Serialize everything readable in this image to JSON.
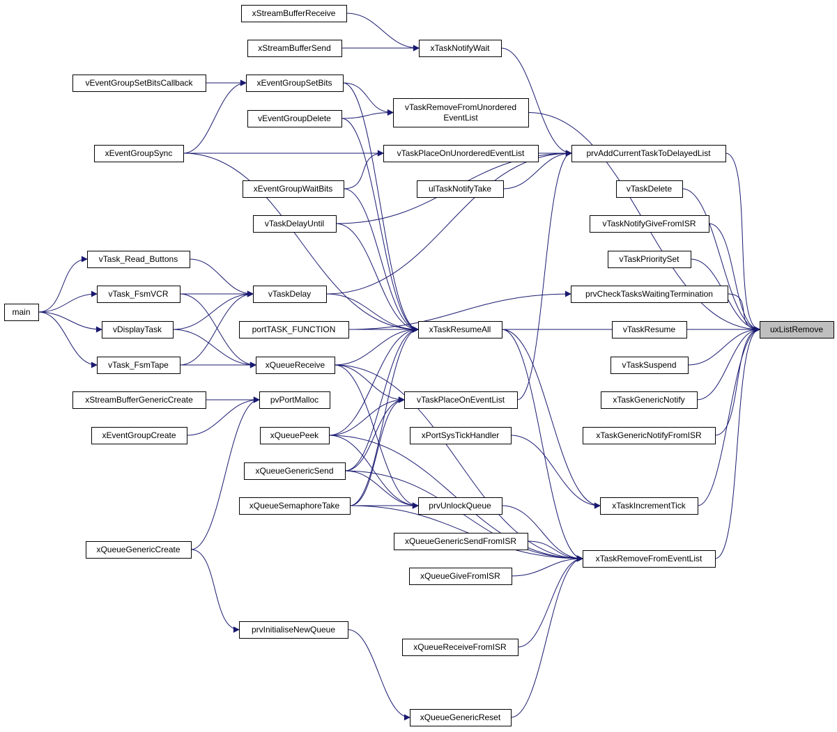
{
  "nodes": [
    {
      "id": "xStreamBufferReceive",
      "label": "xStreamBufferReceive"
    },
    {
      "id": "xStreamBufferSend",
      "label": "xStreamBufferSend"
    },
    {
      "id": "xTaskNotifyWait",
      "label": "xTaskNotifyWait"
    },
    {
      "id": "vEventGroupSetBitsCallback",
      "label": "vEventGroupSetBitsCallback"
    },
    {
      "id": "xEventGroupSetBits",
      "label": "xEventGroupSetBits"
    },
    {
      "id": "vTaskRemoveFromUnorderedEventList",
      "label": [
        "vTaskRemoveFromUnordered",
        "EventList"
      ]
    },
    {
      "id": "vEventGroupDelete",
      "label": "vEventGroupDelete"
    },
    {
      "id": "xEventGroupSync",
      "label": "xEventGroupSync"
    },
    {
      "id": "vTaskPlaceOnUnorderedEventList",
      "label": "vTaskPlaceOnUnorderedEventList"
    },
    {
      "id": "prvAddCurrentTaskToDelayedList",
      "label": "prvAddCurrentTaskToDelayedList"
    },
    {
      "id": "xEventGroupWaitBits",
      "label": "xEventGroupWaitBits"
    },
    {
      "id": "ulTaskNotifyTake",
      "label": "ulTaskNotifyTake"
    },
    {
      "id": "vTaskDelete",
      "label": "vTaskDelete"
    },
    {
      "id": "vTaskDelayUntil",
      "label": "vTaskDelayUntil"
    },
    {
      "id": "vTaskNotifyGiveFromISR",
      "label": "vTaskNotifyGiveFromISR"
    },
    {
      "id": "vTask_Read_Buttons",
      "label": "vTask_Read_Buttons"
    },
    {
      "id": "vTaskPrioritySet",
      "label": "vTaskPrioritySet"
    },
    {
      "id": "vTask_FsmVCR",
      "label": "vTask_FsmVCR"
    },
    {
      "id": "vTaskDelay",
      "label": "vTaskDelay"
    },
    {
      "id": "prvCheckTasksWaitingTermination",
      "label": "prvCheckTasksWaitingTermination"
    },
    {
      "id": "main",
      "label": "main"
    },
    {
      "id": "vDisplayTask",
      "label": "vDisplayTask"
    },
    {
      "id": "portTASK_FUNCTION",
      "label": "portTASK_FUNCTION"
    },
    {
      "id": "xTaskResumeAll",
      "label": "xTaskResumeAll"
    },
    {
      "id": "vTaskResume",
      "label": "vTaskResume"
    },
    {
      "id": "uxListRemove",
      "label": "uxListRemove"
    },
    {
      "id": "vTask_FsmTape",
      "label": "vTask_FsmTape"
    },
    {
      "id": "xQueueReceive",
      "label": "xQueueReceive"
    },
    {
      "id": "vTaskSuspend",
      "label": "vTaskSuspend"
    },
    {
      "id": "xStreamBufferGenericCreate",
      "label": "xStreamBufferGenericCreate"
    },
    {
      "id": "pvPortMalloc",
      "label": "pvPortMalloc"
    },
    {
      "id": "vTaskPlaceOnEventList",
      "label": "vTaskPlaceOnEventList"
    },
    {
      "id": "xTaskGenericNotify",
      "label": "xTaskGenericNotify"
    },
    {
      "id": "xEventGroupCreate",
      "label": "xEventGroupCreate"
    },
    {
      "id": "xQueuePeek",
      "label": "xQueuePeek"
    },
    {
      "id": "xPortSysTickHandler",
      "label": "xPortSysTickHandler"
    },
    {
      "id": "xTaskGenericNotifyFromISR",
      "label": "xTaskGenericNotifyFromISR"
    },
    {
      "id": "xQueueGenericSend",
      "label": "xQueueGenericSend"
    },
    {
      "id": "xQueueSemaphoreTake",
      "label": "xQueueSemaphoreTake"
    },
    {
      "id": "prvUnlockQueue",
      "label": "prvUnlockQueue"
    },
    {
      "id": "xTaskIncrementTick",
      "label": "xTaskIncrementTick"
    },
    {
      "id": "xQueueGenericSendFromISR",
      "label": "xQueueGenericSendFromISR"
    },
    {
      "id": "xQueueGenericCreate",
      "label": "xQueueGenericCreate"
    },
    {
      "id": "xTaskRemoveFromEventList",
      "label": "xTaskRemoveFromEventList"
    },
    {
      "id": "xQueueGiveFromISR",
      "label": "xQueueGiveFromISR"
    },
    {
      "id": "prvInitialiseNewQueue",
      "label": "prvInitialiseNewQueue"
    },
    {
      "id": "xQueueReceiveFromISR",
      "label": "xQueueReceiveFromISR"
    },
    {
      "id": "xQueueGenericReset",
      "label": "xQueueGenericReset"
    }
  ],
  "highlight": "uxListRemove",
  "colors": {
    "edge": "#191970",
    "highlight_fill": "#bfbfbf",
    "node_fill": "#ffffff",
    "node_stroke": "#000000"
  },
  "edges": [
    [
      "xStreamBufferReceive",
      "xTaskNotifyWait"
    ],
    [
      "xStreamBufferSend",
      "xTaskNotifyWait"
    ],
    [
      "xTaskNotifyWait",
      "prvAddCurrentTaskToDelayedList"
    ],
    [
      "vEventGroupSetBitsCallback",
      "xEventGroupSetBits"
    ],
    [
      "xEventGroupSync",
      "xEventGroupSetBits"
    ],
    [
      "xEventGroupSetBits",
      "vTaskRemoveFromUnorderedEventList"
    ],
    [
      "vEventGroupDelete",
      "vTaskRemoveFromUnorderedEventList"
    ],
    [
      "xEventGroupSync",
      "vTaskPlaceOnUnorderedEventList"
    ],
    [
      "xEventGroupWaitBits",
      "vTaskPlaceOnUnorderedEventList"
    ],
    [
      "vTaskPlaceOnUnorderedEventList",
      "prvAddCurrentTaskToDelayedList"
    ],
    [
      "ulTaskNotifyTake",
      "prvAddCurrentTaskToDelayedList"
    ],
    [
      "vTaskDelayUntil",
      "prvAddCurrentTaskToDelayedList"
    ],
    [
      "vTaskDelay",
      "prvAddCurrentTaskToDelayedList"
    ],
    [
      "vTaskPlaceOnEventList",
      "prvAddCurrentTaskToDelayedList"
    ],
    [
      "prvAddCurrentTaskToDelayedList",
      "uxListRemove"
    ],
    [
      "vTaskRemoveFromUnorderedEventList",
      "uxListRemove"
    ],
    [
      "vTaskDelete",
      "uxListRemove"
    ],
    [
      "vTaskNotifyGiveFromISR",
      "uxListRemove"
    ],
    [
      "vTaskPrioritySet",
      "uxListRemove"
    ],
    [
      "prvCheckTasksWaitingTermination",
      "uxListRemove"
    ],
    [
      "vTaskResume",
      "uxListRemove"
    ],
    [
      "vTaskSuspend",
      "uxListRemove"
    ],
    [
      "xTaskGenericNotify",
      "uxListRemove"
    ],
    [
      "xTaskGenericNotifyFromISR",
      "uxListRemove"
    ],
    [
      "xTaskResumeAll",
      "uxListRemove"
    ],
    [
      "xTaskIncrementTick",
      "uxListRemove"
    ],
    [
      "xTaskRemoveFromEventList",
      "uxListRemove"
    ],
    [
      "portTASK_FUNCTION",
      "prvCheckTasksWaitingTermination"
    ],
    [
      "main",
      "vTask_Read_Buttons"
    ],
    [
      "main",
      "vTask_FsmVCR"
    ],
    [
      "main",
      "vDisplayTask"
    ],
    [
      "main",
      "vTask_FsmTape"
    ],
    [
      "vTask_Read_Buttons",
      "vTaskDelay"
    ],
    [
      "vTask_FsmVCR",
      "vTaskDelay"
    ],
    [
      "vDisplayTask",
      "vTaskDelay"
    ],
    [
      "vTask_FsmTape",
      "vTaskDelay"
    ],
    [
      "vTask_FsmVCR",
      "xQueueReceive"
    ],
    [
      "vDisplayTask",
      "xQueueReceive"
    ],
    [
      "vTask_FsmTape",
      "xQueueReceive"
    ],
    [
      "vTaskDelay",
      "xTaskResumeAll"
    ],
    [
      "portTASK_FUNCTION",
      "xTaskResumeAll"
    ],
    [
      "xQueueReceive",
      "xTaskResumeAll"
    ],
    [
      "xEventGroupSetBits",
      "xTaskResumeAll"
    ],
    [
      "vEventGroupDelete",
      "xTaskResumeAll"
    ],
    [
      "xEventGroupSync",
      "xTaskResumeAll"
    ],
    [
      "xEventGroupWaitBits",
      "xTaskResumeAll"
    ],
    [
      "vTaskDelayUntil",
      "xTaskResumeAll"
    ],
    [
      "xQueuePeek",
      "xTaskResumeAll"
    ],
    [
      "xQueueGenericSend",
      "xTaskResumeAll"
    ],
    [
      "xQueueSemaphoreTake",
      "xTaskResumeAll"
    ],
    [
      "xQueueReceive",
      "vTaskPlaceOnEventList"
    ],
    [
      "xQueuePeek",
      "vTaskPlaceOnEventList"
    ],
    [
      "xQueueGenericSend",
      "vTaskPlaceOnEventList"
    ],
    [
      "xQueueSemaphoreTake",
      "vTaskPlaceOnEventList"
    ],
    [
      "xStreamBufferGenericCreate",
      "pvPortMalloc"
    ],
    [
      "xEventGroupCreate",
      "pvPortMalloc"
    ],
    [
      "xQueueGenericCreate",
      "pvPortMalloc"
    ],
    [
      "xQueueReceive",
      "prvUnlockQueue"
    ],
    [
      "xQueuePeek",
      "prvUnlockQueue"
    ],
    [
      "xQueueGenericSend",
      "prvUnlockQueue"
    ],
    [
      "xQueueSemaphoreTake",
      "prvUnlockQueue"
    ],
    [
      "xPortSysTickHandler",
      "xTaskIncrementTick"
    ],
    [
      "xTaskResumeAll",
      "xTaskIncrementTick"
    ],
    [
      "prvUnlockQueue",
      "xTaskRemoveFromEventList"
    ],
    [
      "xQueueGenericSendFromISR",
      "xTaskRemoveFromEventList"
    ],
    [
      "xQueueGiveFromISR",
      "xTaskRemoveFromEventList"
    ],
    [
      "xQueueReceiveFromISR",
      "xTaskRemoveFromEventList"
    ],
    [
      "xQueueGenericReset",
      "xTaskRemoveFromEventList"
    ],
    [
      "xQueueReceive",
      "xTaskRemoveFromEventList"
    ],
    [
      "xQueuePeek",
      "xTaskRemoveFromEventList"
    ],
    [
      "xQueueGenericSend",
      "xTaskRemoveFromEventList"
    ],
    [
      "xQueueSemaphoreTake",
      "xTaskRemoveFromEventList"
    ],
    [
      "xTaskResumeAll",
      "xTaskRemoveFromEventList"
    ],
    [
      "xQueueGenericCreate",
      "prvInitialiseNewQueue"
    ],
    [
      "prvInitialiseNewQueue",
      "xQueueGenericReset"
    ]
  ]
}
